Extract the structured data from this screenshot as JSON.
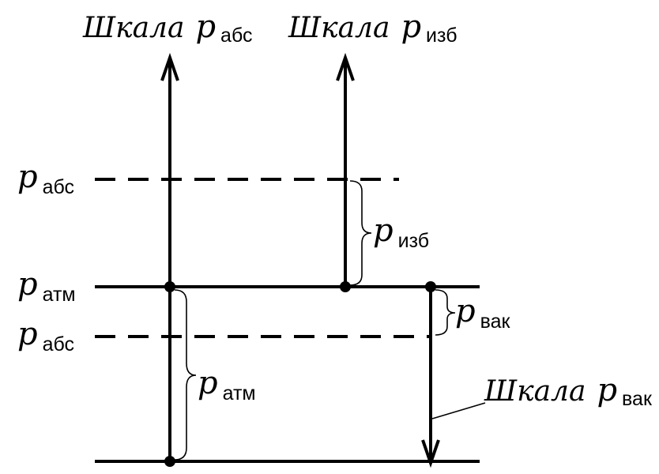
{
  "scales": {
    "abs": {
      "word": "Шкала",
      "var": "p",
      "sub": "абс"
    },
    "izb": {
      "word": "Шкала",
      "var": "p",
      "sub": "изб"
    },
    "vak": {
      "word": "Шкала",
      "var": "p",
      "sub": "вак"
    }
  },
  "left_labels": {
    "p_abs_top": {
      "var": "p",
      "sub": "абс"
    },
    "p_atm": {
      "var": "p",
      "sub": "атм"
    },
    "p_abs_low": {
      "var": "p",
      "sub": "абс"
    }
  },
  "brace_labels": {
    "izb": {
      "var": "p",
      "sub": "изб"
    },
    "vak": {
      "var": "p",
      "sub": "вак"
    },
    "atm": {
      "var": "p",
      "sub": "атм"
    }
  }
}
